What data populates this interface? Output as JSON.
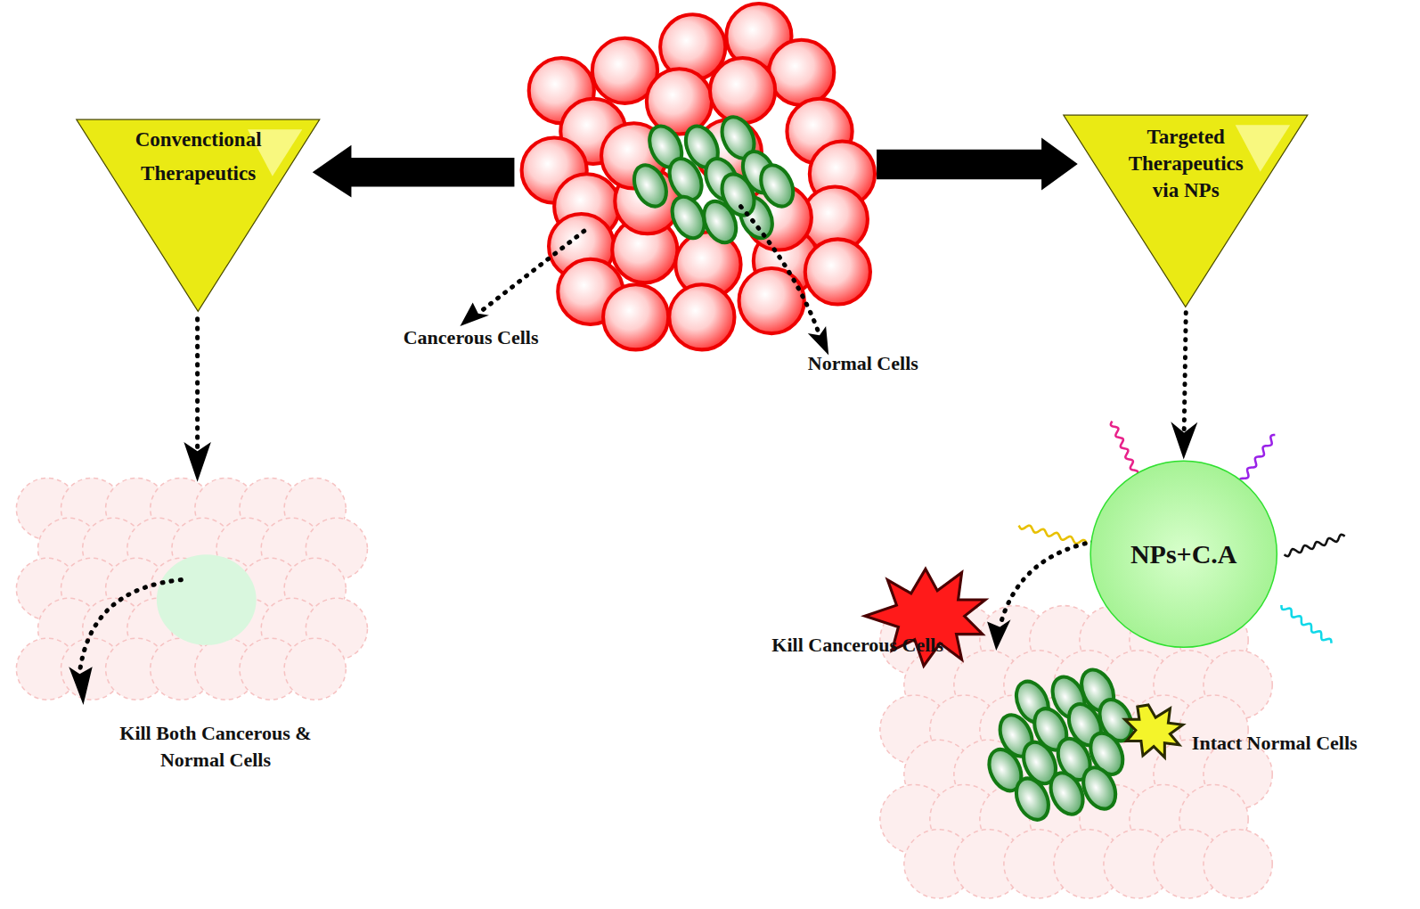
{
  "diagram": {
    "nodes": [
      {
        "text": [
          "Convenctional Therapeutics"
        ]
      },
      {
        "text": [
          "Targeted Therapeutics via NPs"
        ]
      },
      {
        "text": [
          "NPs+C.A"
        ]
      }
    ],
    "edges": [
      {
        "from": 1,
        "to": 2,
        "arrow": "to"
      }
    ],
    "labels": [
      "Cancerous Cells",
      "Normal Cells",
      "Kill Both Cancerous & Normal Cells",
      "Kill Cancerous Cells",
      "Intact Normal Cells"
    ]
  }
}
